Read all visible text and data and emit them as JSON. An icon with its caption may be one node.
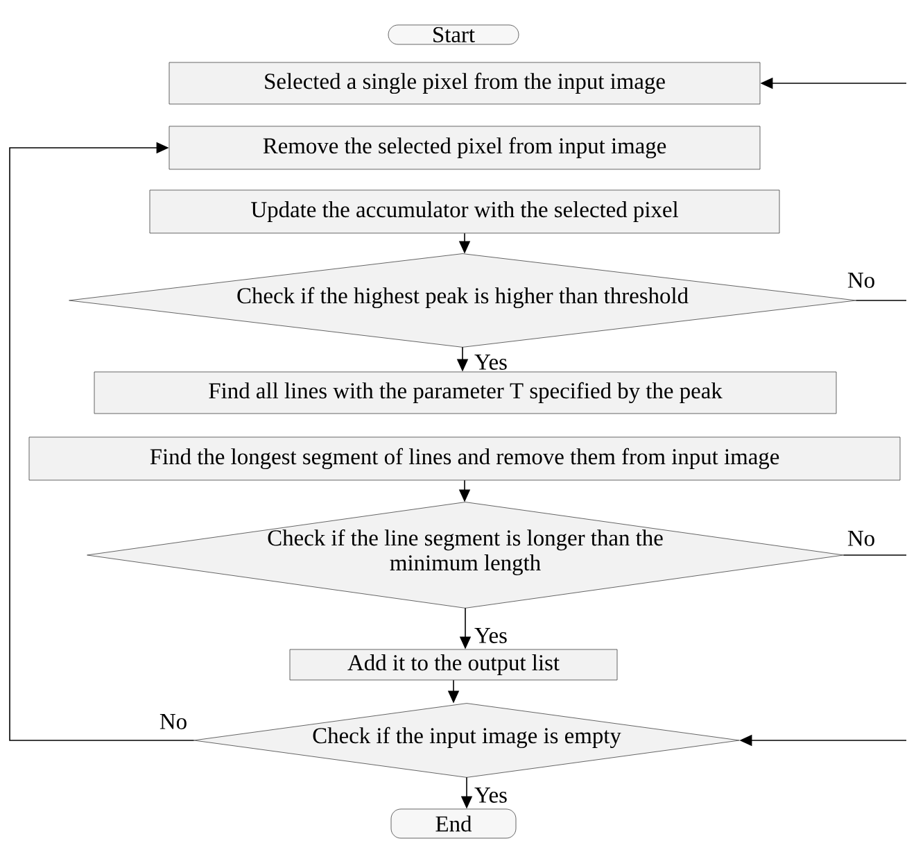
{
  "diagram": {
    "nodes": [
      {
        "text": [
          "Start"
        ]
      },
      {
        "text": [
          "Selected a single pixel from the input image"
        ]
      },
      {
        "text": [
          "Remove the selected pixel from input image"
        ]
      },
      {
        "text": [
          "Update the accumulator with the selected pixel"
        ]
      },
      {
        "text": [
          "Check if the highest peak is higher than threshold"
        ]
      },
      {
        "text": [
          "Find all lines with the parameter T specified by the peak"
        ]
      },
      {
        "text": [
          "Find the longest segment of lines and remove them from input image"
        ]
      },
      {
        "text": [
          "Check if the line segment is longer than the minimum length"
        ]
      },
      {
        "text": [
          "Add it to the output list"
        ]
      },
      {
        "text": [
          "Check if the input image is empty"
        ]
      },
      {
        "text": [
          "End"
        ]
      }
    ],
    "edges": [
      {
        "from": 3,
        "to": 4,
        "arrow": "to"
      },
      {
        "from": 4,
        "to": 5,
        "arrow": "to",
        "label": "Yes"
      },
      {
        "from": 4,
        "to": null,
        "arrow": "none",
        "label": "No"
      },
      {
        "from": null,
        "to": 1,
        "arrow": "to"
      },
      {
        "from": 6,
        "to": 7,
        "arrow": "to"
      },
      {
        "from": 7,
        "to": 8,
        "arrow": "to",
        "label": "Yes"
      },
      {
        "from": 7,
        "to": null,
        "arrow": "none",
        "label": "No"
      },
      {
        "from": null,
        "to": 9,
        "arrow": "to"
      },
      {
        "from": 8,
        "to": 9,
        "arrow": "to"
      },
      {
        "from": 9,
        "to": 10,
        "arrow": "to",
        "label": "Yes"
      },
      {
        "from": 9,
        "to": 2,
        "arrow": "to",
        "label": "No"
      }
    ]
  }
}
